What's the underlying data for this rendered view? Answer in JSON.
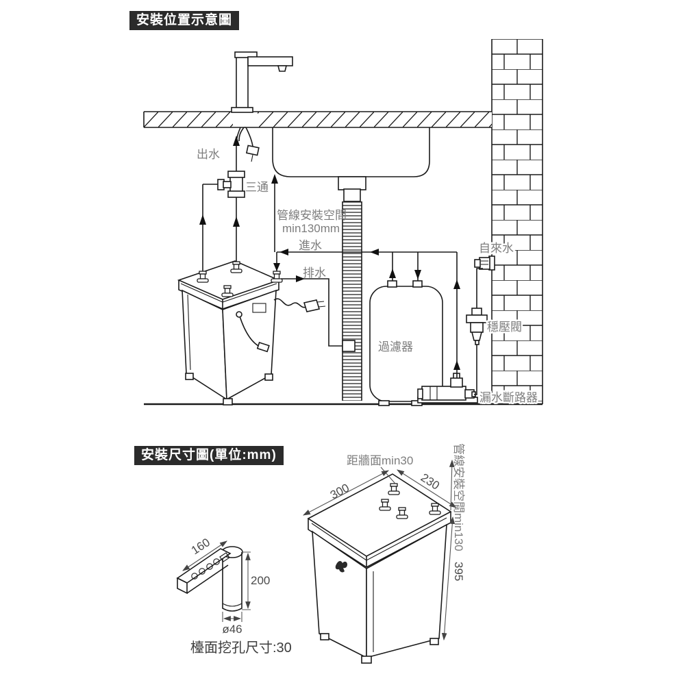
{
  "installation_diagram": {
    "title": "安裝位置示意圖",
    "labels": {
      "water_out": "出水",
      "tee": "三通",
      "pipe_space_line1": "管線安裝空間",
      "pipe_space_line2": "min130mm",
      "water_in": "進水",
      "drain": "排水",
      "tap_water": "自來水",
      "pressure_valve": "穩壓閥",
      "filter": "過濾器",
      "leak_breaker": "漏水斷路器"
    }
  },
  "dimension_diagram": {
    "title": "安裝尺寸圖(單位:mm)",
    "dims": {
      "wall_clearance": "距牆面min30",
      "unit_depth": "300",
      "unit_width": "230",
      "pipe_space": "管線安裝空間min130",
      "unit_height": "395",
      "faucet_arm_length": "160",
      "faucet_height": "200",
      "faucet_diameter": "ø46",
      "hole_note": "檯面挖孔尺寸:30"
    }
  },
  "colors": {
    "line": "#1a1a1a",
    "label_gray": "#7d7d7d",
    "dimension_gray": "#4a4a4a",
    "title_background": "#2b2b2b",
    "title_text": "#ffffff",
    "background": "#ffffff"
  }
}
